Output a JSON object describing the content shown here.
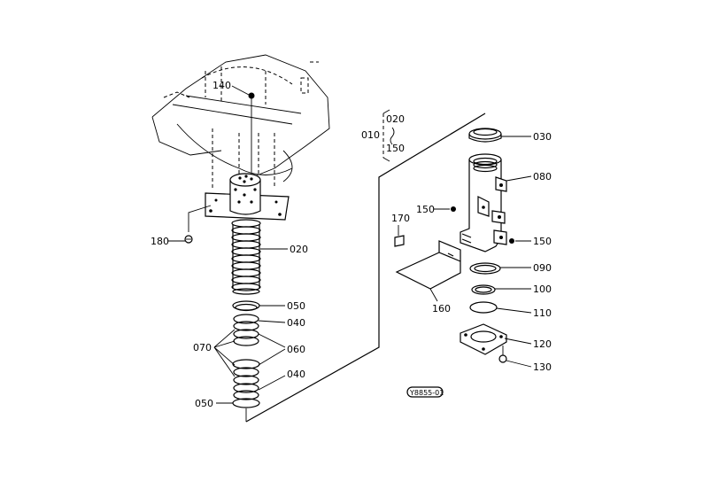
{
  "parts": {
    "p140": "140",
    "p180": "180",
    "p020": "020",
    "p050a": "050",
    "p040a": "040",
    "p070": "070",
    "p060": "060",
    "p040b": "040",
    "p050b": "050",
    "p010": "010",
    "range_top": "020",
    "range_bottom": "150",
    "p030": "030",
    "p080": "080",
    "p170": "170",
    "p150a": "150",
    "p150b": "150",
    "p090": "090",
    "p100": "100",
    "p110": "110",
    "p160": "160",
    "p120": "120",
    "p130": "130"
  },
  "stamp": "Y8855-01"
}
